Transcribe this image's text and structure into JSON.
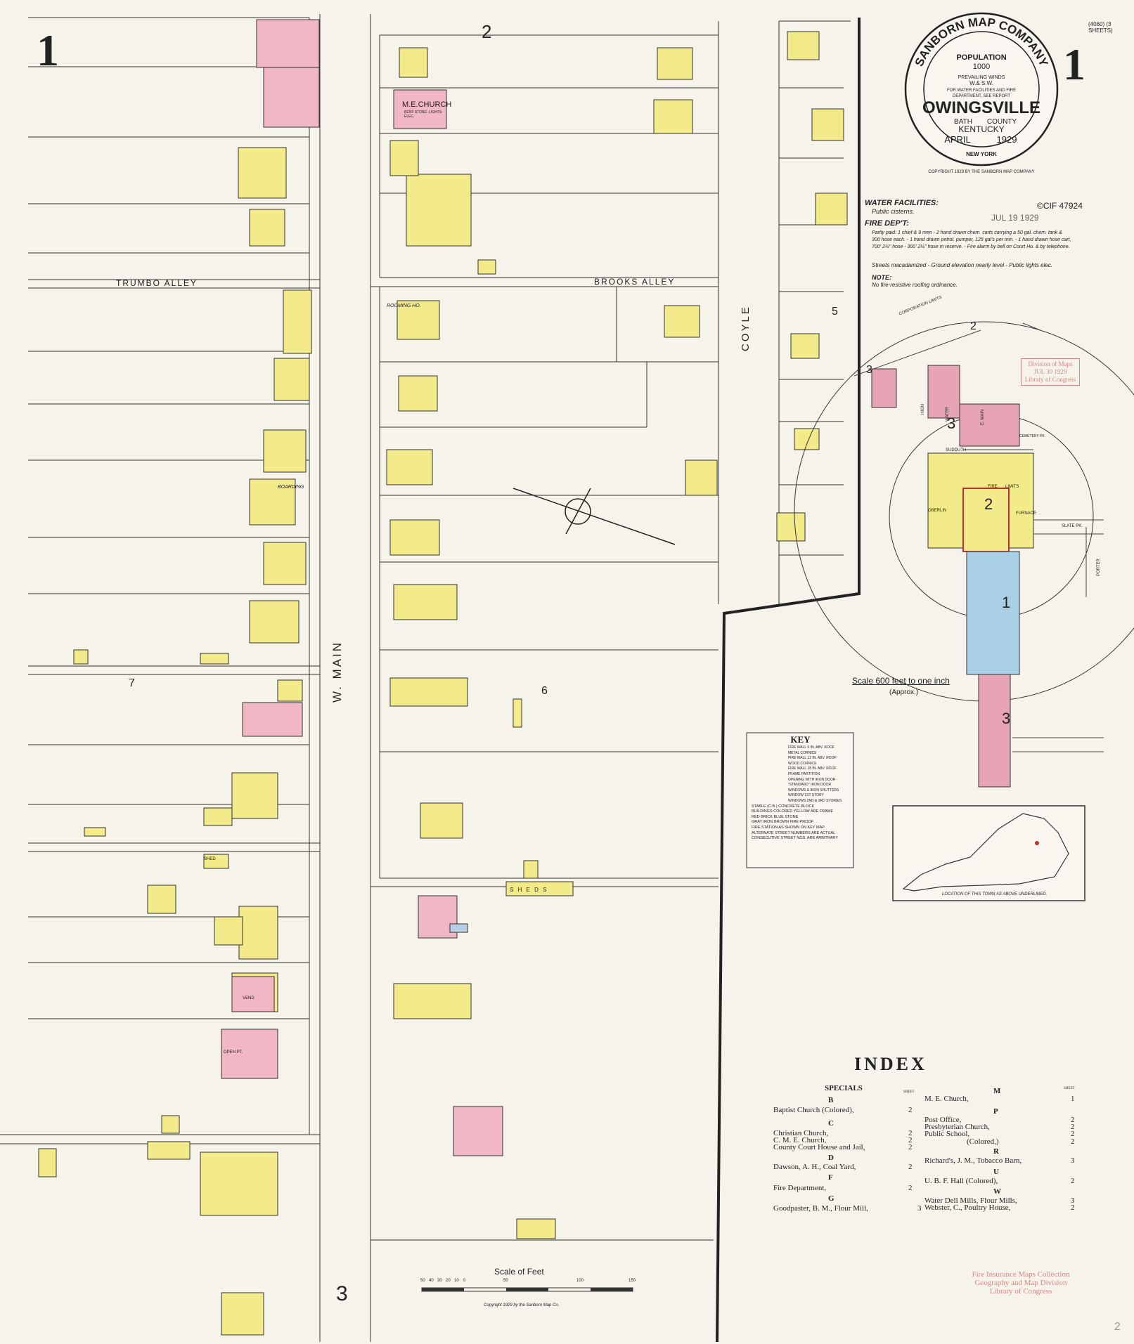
{
  "sheet": {
    "number": "1",
    "sheet_count_note": "(4060) (3 SHEETS)",
    "page_corner": "2"
  },
  "seal": {
    "company": "SANBORN MAP COMPANY",
    "population_label": "POPULATION",
    "population": "1000",
    "winds": "PREVAILING WINDS",
    "winds_dir": "W.& S.W.",
    "water_note_1": "FOR WATER FACILITIES AND FIRE",
    "water_note_2": "DEPARTMENT, SEE REPORT",
    "town": "OWINGSVILLE",
    "county_1": "BATH",
    "county_2": "COUNTY",
    "state": "KENTUCKY",
    "month": "APRIL",
    "year": "1929",
    "city": "NEW YORK",
    "copyright": "COPYRIGHT 1929 BY THE SANBORN MAP COMPANY"
  },
  "copyright_stamp": {
    "mark": "©CIF 47924",
    "date": "JUL 19 1929"
  },
  "report": {
    "water_title": "WATER FACILITIES:",
    "water_text": "Public cisterns.",
    "fire_title": "FIRE DEP'T:",
    "fire_text_1": "Partly paid: 1 chief & 9 men - 2 hand drawn chem. carts carrying a 50 gal. chem. tank &",
    "fire_text_2": "300 hose each. - 1 hand drawn petrol. pumper, 125 gal's per min. - 1 hand drawn hose cart,",
    "fire_text_3": "700' 2½\" hose - 300' 2½\" hose in reserve. - Fire alarm by bell on Court Ho. & by telephone.",
    "streets_text": "Streets macadamized - Ground elevation nearly level - Public lights elec.",
    "note_title": "NOTE:",
    "note_text": "No fire-resistive roofing ordinance."
  },
  "library_stamp": {
    "line1": "Division of Maps",
    "line2": "JUL 30 1929",
    "line3": "Library of Congress"
  },
  "streets": {
    "w_main": "W. MAIN",
    "coyle": "COYLE",
    "trumbo": "TRUMBO   ALLEY",
    "brooks": "BROOKS   ALLEY"
  },
  "blocks": [
    "2",
    "5",
    "6",
    "7",
    "3"
  ],
  "labels": {
    "me_church": "M.E.CHURCH",
    "church_sub": "BENT-STONE- LIGHTS-ELEC.",
    "rooming": "ROOMING HO.",
    "boarding": "BOARDING",
    "sheds": "S H E D S",
    "shed": "SHED",
    "vend": "VEND",
    "open_pt": "OPEN PT."
  },
  "keymap": {
    "scale": "Scale 600 feet to one inch",
    "approx": "(Approx.)",
    "streets": [
      "E. MAIN",
      "SUDDUTH",
      "OBERLIN",
      "FURNACE",
      "SLATE PK.",
      "PORTER",
      "CEMETERY PK.",
      "HIGH",
      "WATER",
      "FIRE",
      "LIMITS"
    ],
    "sheet_refs": [
      "1",
      "2",
      "3",
      "3",
      "3",
      "2"
    ],
    "corp_limits": "CORPORATION LIMITS"
  },
  "key": {
    "title": "KEY",
    "lines": [
      "FIRE WALL 6 IN. ABV. ROOF",
      "METAL CORNICE",
      "FIRE WALL 12 IN. ABV. ROOF",
      "WOOD CORNICE",
      "FIRE WALL 18 IN. ABV. ROOF",
      "FRAME PARTITION",
      "OPENING WITH IRON DOOR",
      "\"STANDARD\" IRON DOOR",
      "WINDOWS & IRON SHUTTERS",
      "WINDOW 1ST STORY",
      "WINDOWS 2ND & 3RD STORIES",
      "STABLE  (C.B.) CONCRETE BLOCK",
      "BUILDINGS COLORED YELLOW ARE FRAME",
      "RED BRICK   BLUE STONE",
      "GRAY IRON   BROWN FIRE PROOF",
      "FIRE STATION  AS SHOWN ON KEY MAP",
      "ALTERNATE STREET NUMBERS ARE ACTUAL",
      "CONSECUTIVE STREET NOS. ARE ARBITRARY"
    ]
  },
  "state_map": {
    "caption": "LOCATION OF THIS TOWN AS ABOVE UNDERLINED."
  },
  "scale_bar": {
    "title": "Scale of Feet",
    "ticks": [
      "50",
      "40",
      "30",
      "20",
      "10",
      "0",
      "50",
      "100",
      "150"
    ],
    "copyright": "Copyright 1929 by the Sanborn Map Co."
  },
  "index": {
    "title": "INDEX",
    "specials": "SPECIALS",
    "sheet_label": "SHEET",
    "left": [
      {
        "letter": "B",
        "items": [
          {
            "name": "Baptist Church (Colored),",
            "sheet": "2"
          }
        ]
      },
      {
        "letter": "C",
        "items": [
          {
            "name": "Christian Church,",
            "sheet": "2"
          },
          {
            "name": "C. M. E. Church,",
            "sheet": "2"
          },
          {
            "name": "County Court House and Jail,",
            "sheet": "2"
          }
        ]
      },
      {
        "letter": "D",
        "items": [
          {
            "name": "Dawson, A. H., Coal Yard,",
            "sheet": "2"
          }
        ]
      },
      {
        "letter": "F",
        "items": [
          {
            "name": "Fire Department,",
            "sheet": "2"
          }
        ]
      },
      {
        "letter": "G",
        "items": [
          {
            "name": "Goodpaster, B. M., Flour Mill,",
            "sheet": "3"
          }
        ]
      }
    ],
    "right": [
      {
        "letter": "M",
        "items": [
          {
            "name": "M. E. Church,",
            "sheet": "1"
          }
        ]
      },
      {
        "letter": "P",
        "items": [
          {
            "name": "Post Office,",
            "sheet": "2"
          },
          {
            "name": "Presbyterian Church,",
            "sheet": "2"
          },
          {
            "name": "Public School,",
            "sheet": "2"
          },
          {
            "name": "(Colored,)",
            "sheet": "2"
          }
        ]
      },
      {
        "letter": "R",
        "items": [
          {
            "name": "Richard's, J. M., Tobacco Barn,",
            "sheet": "3"
          }
        ]
      },
      {
        "letter": "U",
        "items": [
          {
            "name": "U. B. F. Hall (Colored),",
            "sheet": "2"
          }
        ]
      },
      {
        "letter": "W",
        "items": [
          {
            "name": "Water Dell Mills, Flour Mills,",
            "sheet": "3"
          },
          {
            "name": "Webster, C., Poultry House,",
            "sheet": "2"
          }
        ]
      }
    ]
  },
  "lc_stamp": {
    "line1": "Fire Insurance Maps Collection",
    "line2": "Geography and Map Division",
    "line3": "Library of Congress"
  }
}
